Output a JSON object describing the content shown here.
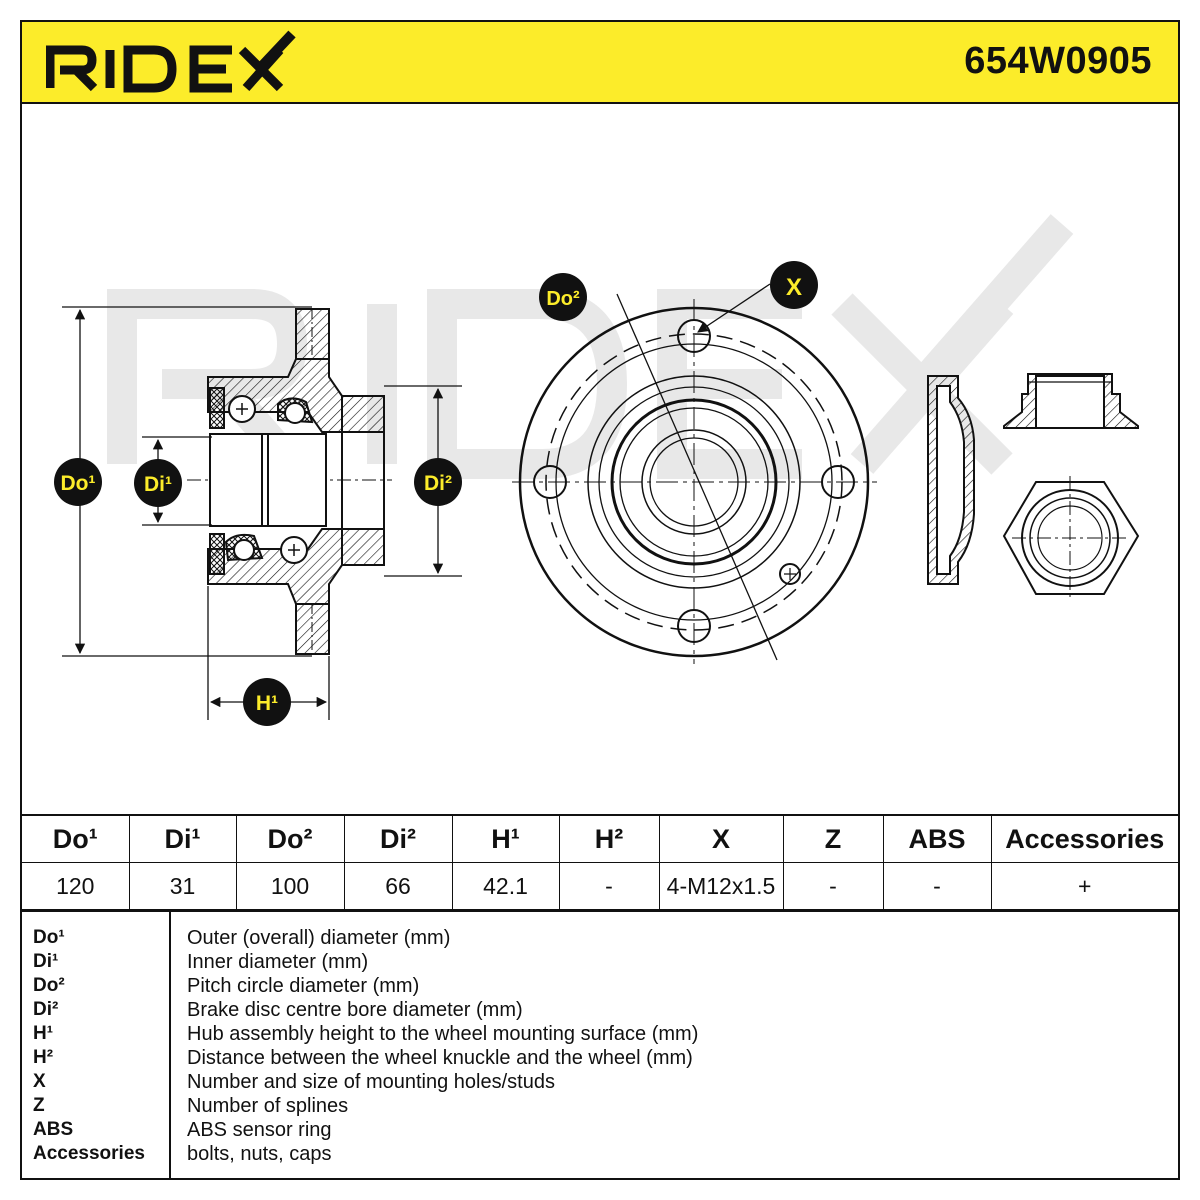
{
  "header": {
    "brand": "RIDEX",
    "part_number": "654W0905"
  },
  "colors": {
    "accent_yellow": "#fcec2a",
    "ink": "#111111",
    "watermark_grey": "#e6e6e6"
  },
  "drawing": {
    "labels": {
      "do1": "Do¹",
      "di1": "Di¹",
      "di2": "Di²",
      "h1": "H¹",
      "do2": "Do²",
      "x": "X"
    }
  },
  "specs": {
    "headers": [
      "Do¹",
      "Di¹",
      "Do²",
      "Di²",
      "H¹",
      "H²",
      "X",
      "Z",
      "ABS",
      "Accessories"
    ],
    "values": [
      "120",
      "31",
      "100",
      "66",
      "42.1",
      "-",
      "4-M12x1.5",
      "-",
      "-",
      "+"
    ]
  },
  "legend": [
    {
      "term": "Do¹",
      "desc": "Outer (overall) diameter (mm)"
    },
    {
      "term": "Di¹",
      "desc": "Inner diameter (mm)"
    },
    {
      "term": "Do²",
      "desc": "Pitch circle diameter (mm)"
    },
    {
      "term": "Di²",
      "desc": "Brake disc centre bore diameter (mm)"
    },
    {
      "term": "H¹",
      "desc": "Hub assembly height to the wheel mounting surface (mm)"
    },
    {
      "term": "H²",
      "desc": "Distance between the wheel knuckle and the wheel (mm)"
    },
    {
      "term": "X",
      "desc": "Number and size of mounting holes/studs"
    },
    {
      "term": "Z",
      "desc": "Number of splines"
    },
    {
      "term": "ABS",
      "desc": "ABS sensor ring"
    },
    {
      "term": "Accessories",
      "desc": "bolts, nuts, caps"
    }
  ]
}
